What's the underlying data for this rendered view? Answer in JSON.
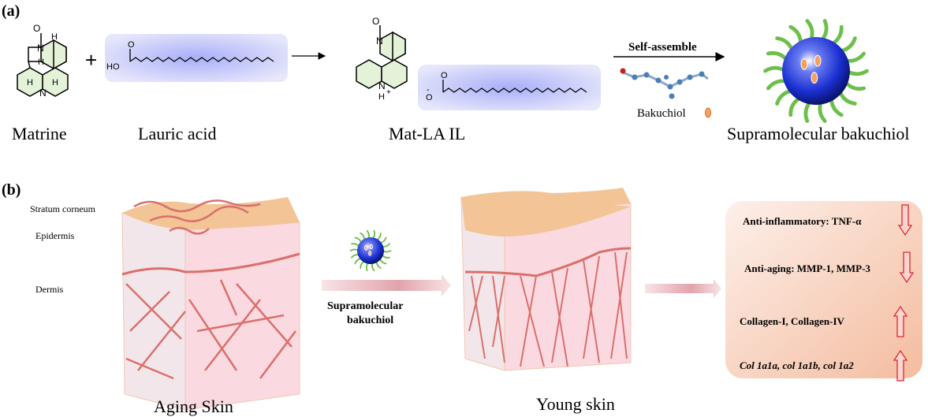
{
  "panel_a": {
    "label": "(a)",
    "matrine": {
      "name": "Matrine",
      "atoms": {
        "o": "O",
        "n1": "N",
        "n2": "N",
        "h1": "H",
        "h2": "H",
        "h3": "H",
        "h4": "H"
      }
    },
    "plus": "+",
    "lauric_acid": {
      "name": "Lauric acid",
      "ho": "HO",
      "o": "O"
    },
    "mat_la_il": {
      "name": "Mat-LA IL",
      "atoms": {
        "o": "O",
        "n1": "N",
        "n2": "N",
        "h_plus": "H",
        "plus": "+",
        "o_minus": "O",
        "minus": "-",
        "o2": "O"
      }
    },
    "self_assemble": "Self-assemble",
    "bakuchiol": "Bakuchiol",
    "product": "Supramolecular bakuchiol"
  },
  "panel_b": {
    "label": "(b)",
    "layers": {
      "stratum_corneum": "Stratum  corneum",
      "epidermis": "Epidermis",
      "dermis": "Dermis"
    },
    "aging_skin": "Aging Skin",
    "young_skin": "Young skin",
    "treatment": [
      "Supramolecular",
      "bakuchiol"
    ],
    "effects": [
      {
        "text": "Anti-inflammatory:  TNF-α",
        "direction": "down",
        "italic": false
      },
      {
        "text": "Anti-aging:  MMP-1, MMP-3",
        "direction": "down",
        "italic": false
      },
      {
        "text": "Collagen-I,  Collagen-IV",
        "direction": "up",
        "italic": false
      },
      {
        "text": "Col 1a1a, col 1a1b, col 1a2",
        "direction": "up",
        "italic": true
      }
    ]
  },
  "colors": {
    "green_ring": "#e4f2d8",
    "lavender": "#aab0f5",
    "skin_top": "#f2c496",
    "skin_side": "#fbd9e0",
    "fiber": "#d9706c",
    "arrow_red": "#e0262b",
    "box": "#f5c3a8"
  }
}
